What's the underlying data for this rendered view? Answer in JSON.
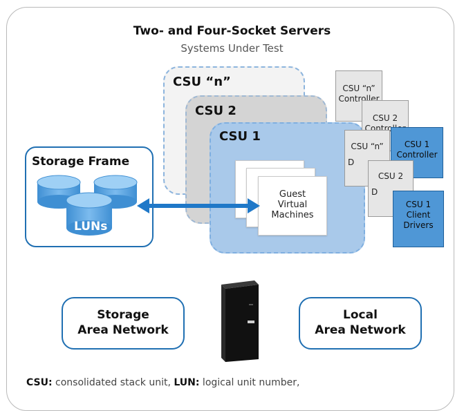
{
  "title": "Two- and Four-Socket Servers",
  "subtitle": "Systems Under Test",
  "csu_panels": {
    "n": "CSU “n”",
    "two": "CSU 2",
    "one": "CSU 1"
  },
  "guest_vm": {
    "line1": "Guest",
    "line2": "Virtual",
    "line3": "Machines"
  },
  "storage_frame": {
    "title": "Storage Frame",
    "luns": "LUNs"
  },
  "networks": {
    "san_line1": "Storage",
    "san_line2": "Area Network",
    "lan_line1": "Local",
    "lan_line2": "Area Network"
  },
  "controllers": {
    "n_line1": "CSU “n”",
    "n_line2": "Controller",
    "two_line1": "CSU 2",
    "two_line2": "Controller",
    "one_line1": "CSU 1",
    "one_line2": "Controller"
  },
  "drivers": {
    "n_line1": "CSU “n”",
    "n_line2": "D",
    "two_line1": "CSU 2",
    "two_line2": "D",
    "one_line1": "CSU 1",
    "one_line2": "Client",
    "one_line3": "Drivers"
  },
  "footer": {
    "csu_abbr": "CSU:",
    "csu_def": " consolidated stack unit, ",
    "lun_abbr": "LUN:",
    "lun_def": " logical unit number,"
  },
  "colors": {
    "accent_blue": "#1f6fb2",
    "csu1_fill": "#a9c9ea",
    "csu2_fill": "#d4d4d4",
    "csun_fill": "#f3f3f3",
    "disk_blue": "#5aa3e0"
  }
}
